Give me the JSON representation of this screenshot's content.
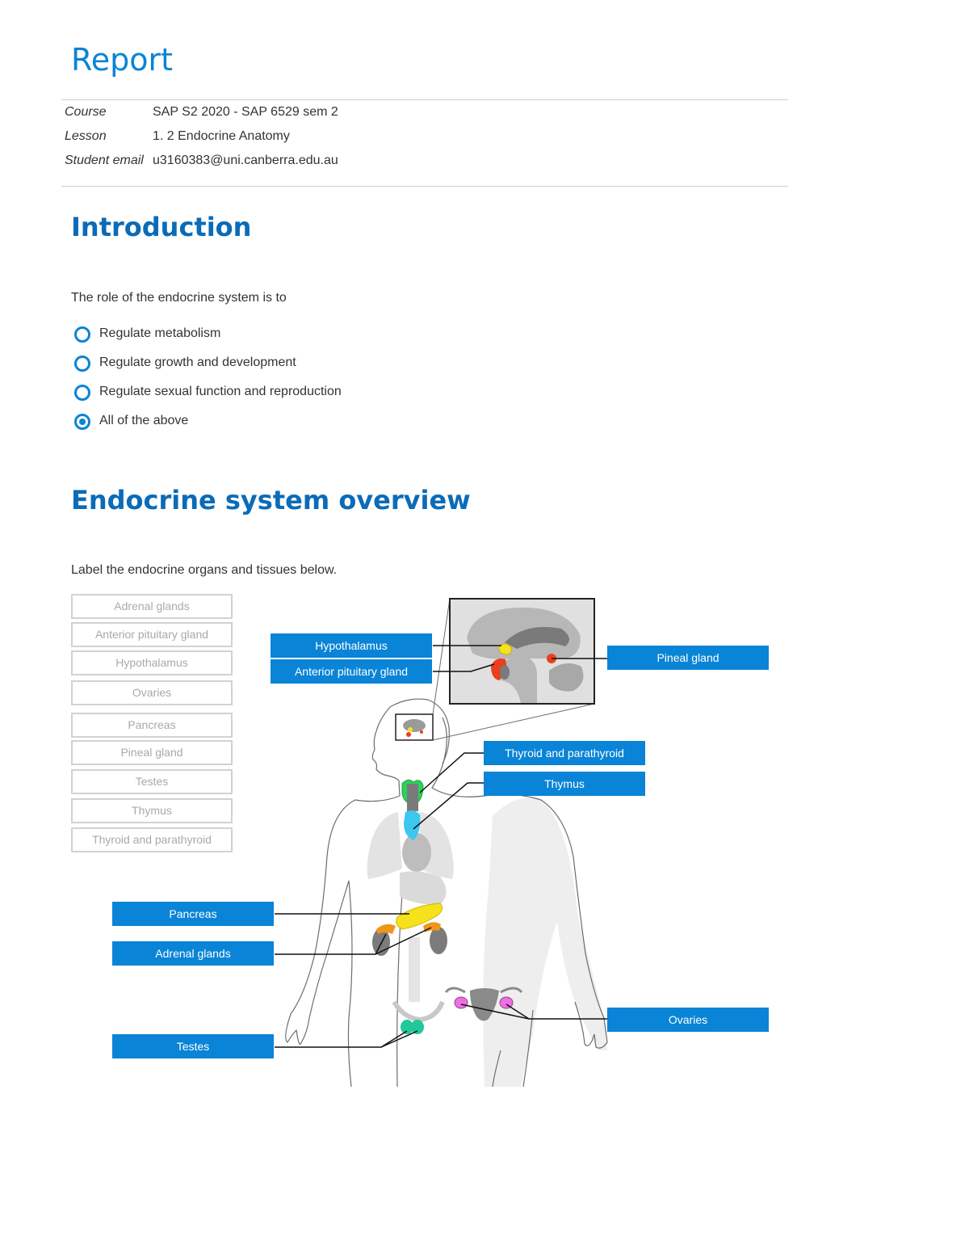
{
  "header": {
    "title": "Report",
    "course_key": "Course",
    "course_value": "SAP S2 2020 - SAP 6529 sem 2",
    "lesson_key": "Lesson",
    "lesson_value": "1. 2 Endocrine Anatomy",
    "email_key": "Student email",
    "email_value": "u3160383@uni.canberra.edu.au"
  },
  "introduction": {
    "heading": "Introduction",
    "question": "The role of the endocrine system is to",
    "options": [
      {
        "label": "Regulate metabolism",
        "selected": false
      },
      {
        "label": "Regulate growth and development",
        "selected": false
      },
      {
        "label": "Regulate sexual function and reproduction",
        "selected": false
      },
      {
        "label": "All of the above",
        "selected": true
      }
    ]
  },
  "overview": {
    "heading": "Endocrine system overview",
    "instruction": "Label the endocrine organs and tissues below.",
    "word_bank": [
      "Adrenal glands",
      "Anterior pituitary gland",
      "Hypothalamus",
      "Ovaries",
      "Pancreas",
      "Pineal gland",
      "Testes",
      "Thymus",
      "Thyroid and parathyroid"
    ],
    "placed_labels": {
      "hypothalamus": "Hypothalamus",
      "anterior_pituitary": "Anterior pituitary gland",
      "pineal": "Pineal gland",
      "thyroid": "Thyroid and parathyroid",
      "thymus": "Thymus",
      "pancreas": "Pancreas",
      "adrenal": "Adrenal glands",
      "ovaries": "Ovaries",
      "testes": "Testes"
    }
  },
  "colors": {
    "accent": "#0a84d6",
    "heading": "#0a6bb8",
    "hypothalamus": "#f5e21c",
    "pituitary": "#e8401c",
    "thyroid": "#2bd35a",
    "thymus": "#3cc7f0",
    "pancreas": "#f5e21c",
    "adrenal": "#f0951c",
    "ovaries": "#ee6fe0",
    "testes": "#23c79a"
  }
}
